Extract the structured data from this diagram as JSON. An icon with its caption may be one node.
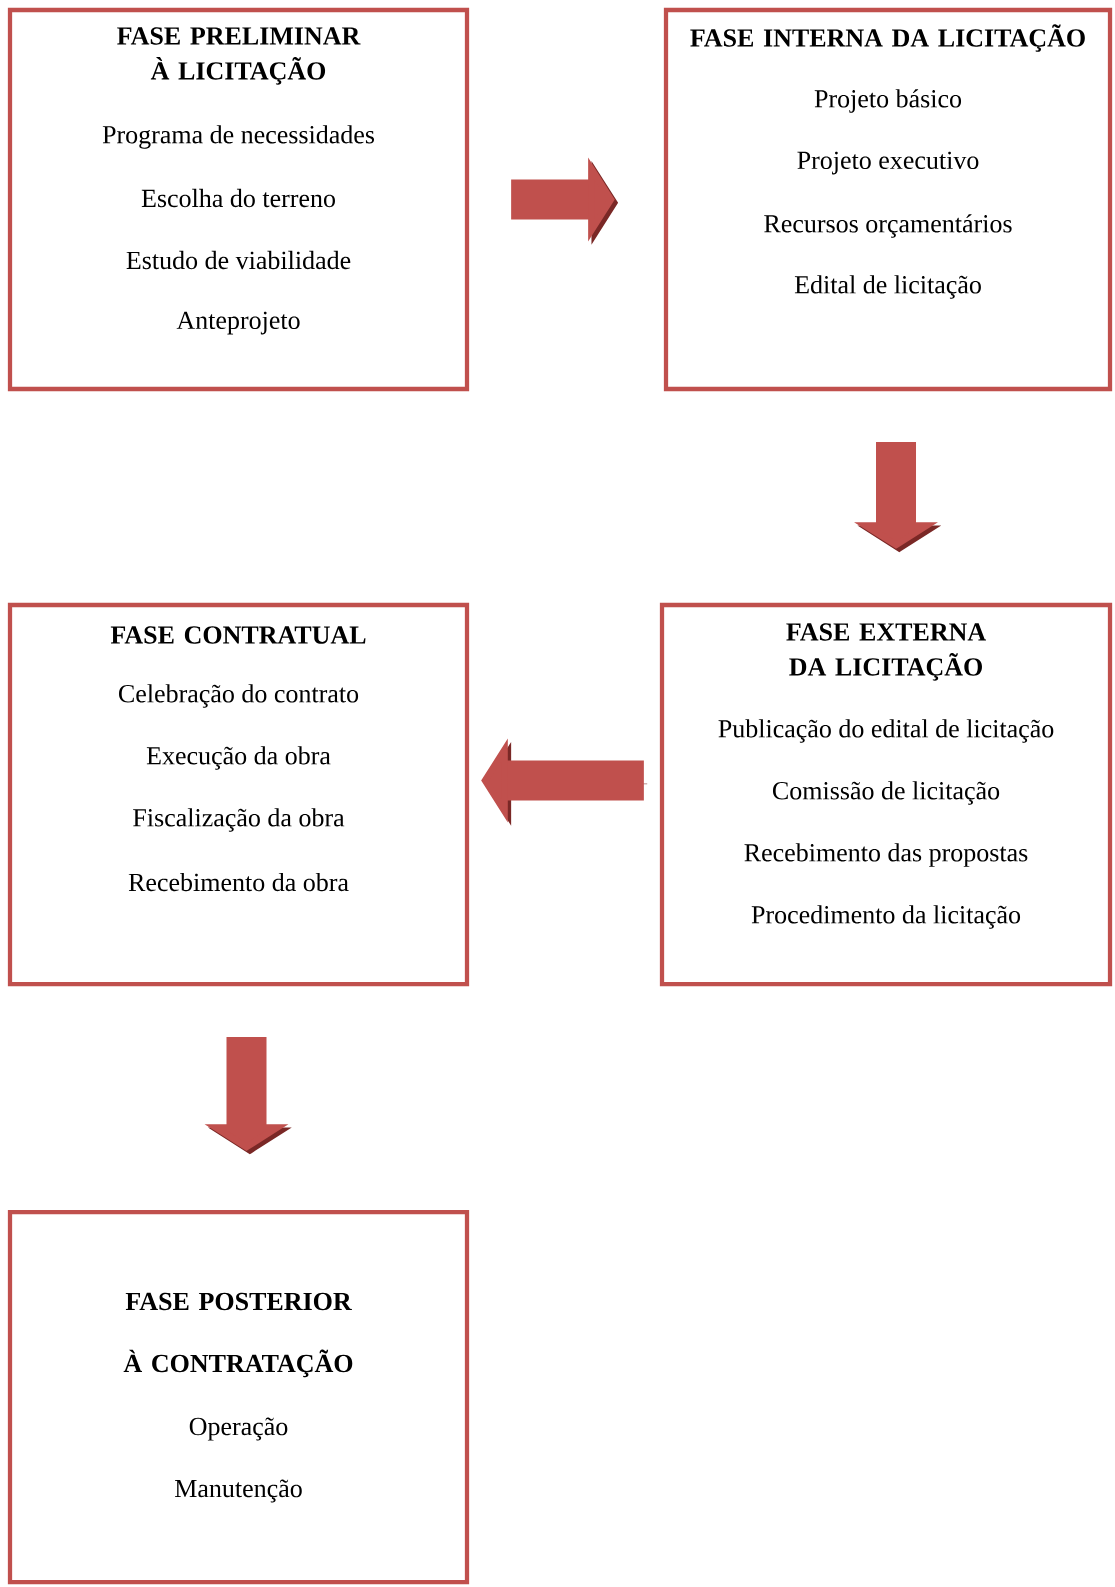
{
  "diagram": {
    "nodes": [
      {
        "text": [
          "FASE PRELIMINAR À LICITAÇÃO",
          "Programa de necessidades",
          "Escolha do terreno",
          "Estudo de viabilidade",
          "Anteprojeto"
        ]
      },
      {
        "text": [
          "FASE INTERNA DA LICITAÇÃO",
          "Projeto básico",
          "Projeto executivo",
          "Recursos orçamentários",
          "Edital de licitação"
        ]
      },
      {
        "text": [
          "FASE CONTRATUAL",
          "Celebração do contrato",
          "Execução da obra",
          "Fiscalização da obra",
          "Recebimento da obra"
        ]
      },
      {
        "text": [
          "FASE EXTERNA DA LICITAÇÃO",
          "Publicação do edital de licitação",
          "Comissão de licitação",
          "Recebimento das propostas",
          "Procedimento da licitação"
        ]
      },
      {
        "text": [
          "FASE POSTERIOR À CONTRATAÇÃO",
          "Operação",
          "Manutenção"
        ]
      }
    ],
    "edges": [
      {
        "from": 0,
        "to": 1,
        "arrow": "to"
      },
      {
        "from": 1,
        "to": 3,
        "arrow": "to"
      },
      {
        "from": 3,
        "to": 2,
        "arrow": "to"
      },
      {
        "from": 2,
        "to": 4,
        "arrow": "to"
      }
    ]
  }
}
